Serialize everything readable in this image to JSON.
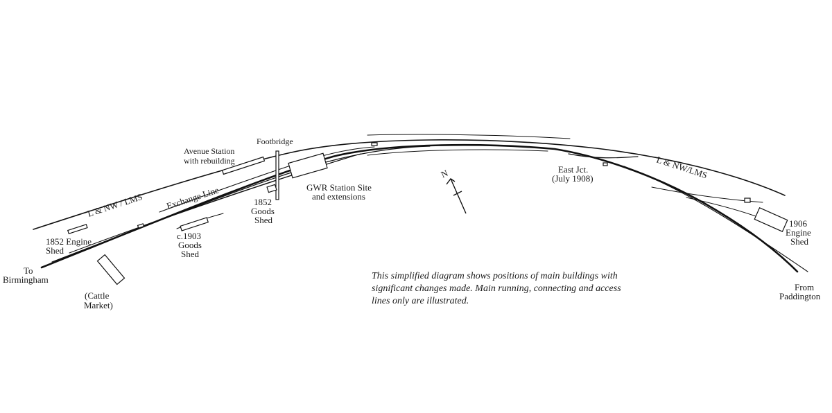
{
  "labels": {
    "lnw_lms_left": "L & NW / LMS",
    "lnw_lms_right": "L & NW/LMS",
    "exchange_line": "Exchange Line",
    "footbridge": "Footbridge",
    "avenue_station_1": "Avenue Station",
    "avenue_station_2": "with rebuilding",
    "gwr_station_1": "GWR Station Site",
    "gwr_station_2": "and extensions",
    "goods_1852_1": "1852",
    "goods_1852_2": "Goods",
    "goods_1852_3": "Shed",
    "goods_1903_1": "c.1903",
    "goods_1903_2": "Goods",
    "goods_1903_3": "Shed",
    "engine_1852_1": "1852 Engine",
    "engine_1852_2": "Shed",
    "to_birmingham_1": "To",
    "to_birmingham_2": "Birmingham",
    "cattle_1": "(Cattle",
    "cattle_2": "Market)",
    "east_jct_1": "East Jct.",
    "east_jct_2": "(July 1908)",
    "engine_1906_1": "1906",
    "engine_1906_2": "Engine",
    "engine_1906_3": "Shed",
    "from_paddington_1": "From",
    "from_paddington_2": "Paddington",
    "north": "N"
  },
  "note": {
    "line1": "This simplified diagram shows positions of main buildings with",
    "line2": "significant changes made. Main running, connecting and access",
    "line3": "lines only are illustrated."
  }
}
